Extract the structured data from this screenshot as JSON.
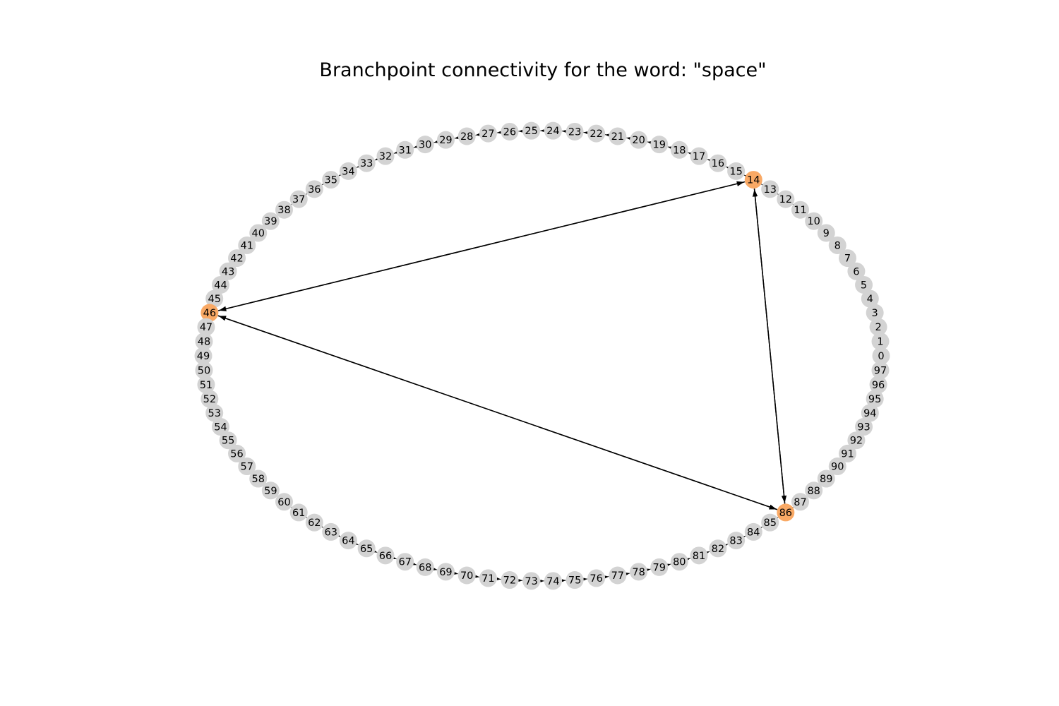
{
  "title": "Branchpoint connectivity for the word: \"space\"",
  "colors": {
    "node": "#d3d3d3",
    "branchpoint": "#f9a965",
    "edge": "#000000"
  },
  "graph": {
    "node_count": 98,
    "branchpoints": [
      14,
      46,
      86
    ],
    "cycle_direction": "i -> i+1 (mod 98)",
    "branch_edges": [
      {
        "source": 14,
        "target": 46
      },
      {
        "source": 46,
        "target": 14
      },
      {
        "source": 14,
        "target": 86
      },
      {
        "source": 86,
        "target": 14
      },
      {
        "source": 46,
        "target": 86
      },
      {
        "source": 86,
        "target": 46
      }
    ]
  }
}
